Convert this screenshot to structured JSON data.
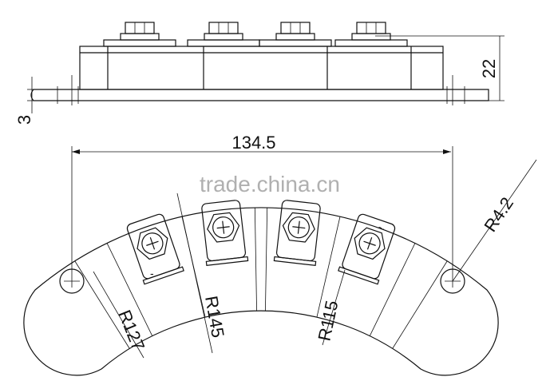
{
  "dimensions": {
    "height": "22",
    "plate_thickness": "3",
    "hole_spacing": "134.5",
    "radius_outer_hole": "R127",
    "radius_outer": "R145",
    "radius_inner": "R115",
    "radius_hole": "R4.2"
  },
  "terminal_symbols": {
    "negative": "-",
    "ac": "~"
  },
  "watermark": "trade.china.cn"
}
